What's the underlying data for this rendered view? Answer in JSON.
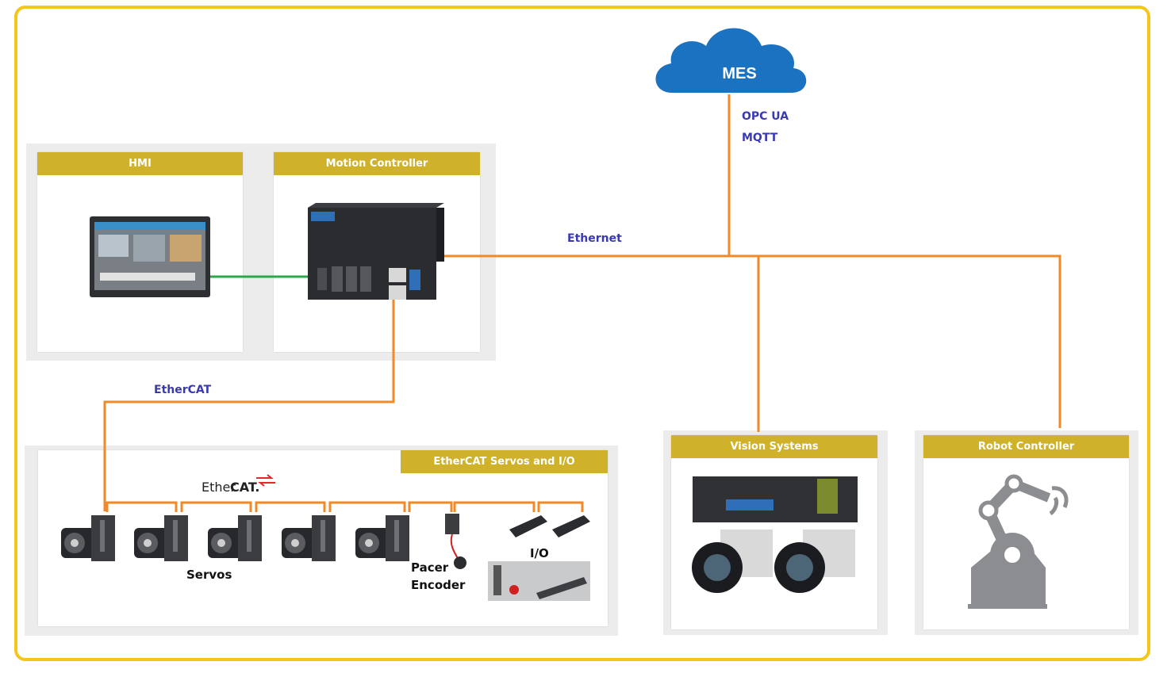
{
  "cloud": {
    "label": "MES"
  },
  "protocols": {
    "opcua": "OPC UA",
    "mqtt": "MQTT"
  },
  "links": {
    "ethernet": "Ethernet",
    "ethercat": "EtherCAT"
  },
  "cards": {
    "hmi": "HMI",
    "motion_controller": "Motion Controller",
    "ethercat_servos_io": "EtherCAT Servos and I/O",
    "vision_systems": "Vision Systems",
    "robot_controller": "Robot Controller"
  },
  "ethercat_logo": {
    "prefix": "Ether",
    "suffix": "CAT."
  },
  "device_labels": {
    "servos": "Servos",
    "pacer": "Pacer",
    "encoder": "Encoder",
    "io": "I/O"
  },
  "colors": {
    "frame": "#f5c518",
    "header": "#cfb12a",
    "orange_line": "#f08a28",
    "green_line": "#2aa84a",
    "cloud": "#1b72c0",
    "link_text": "#3a3ab0"
  }
}
